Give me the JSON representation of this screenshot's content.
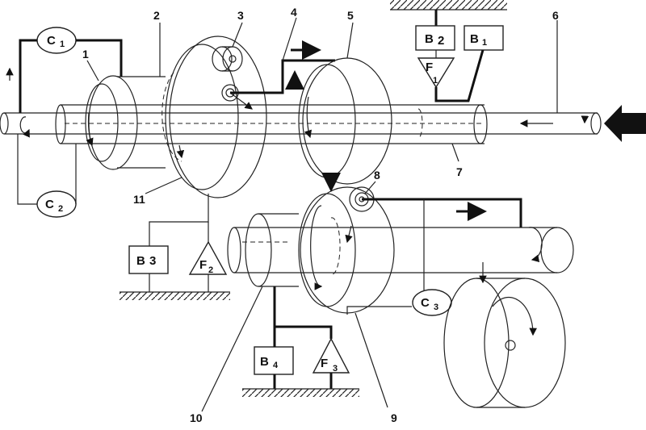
{
  "part_numbers": {
    "n1": "1",
    "n2": "2",
    "n3": "3",
    "n4": "4",
    "n5": "5",
    "n6": "6",
    "n7": "7",
    "n8": "8",
    "n9": "9",
    "n10": "10",
    "n11": "11"
  },
  "clutches": {
    "c1": {
      "main": "C",
      "sub": "1"
    },
    "c2": {
      "main": "C",
      "sub": "2"
    },
    "c3": {
      "main": "C",
      "sub": "3"
    }
  },
  "brakes": {
    "b1": {
      "main": "B",
      "sub": "1"
    },
    "b2": {
      "main": "B",
      "sub": "2"
    },
    "b3": {
      "main": "B",
      "sub": "3"
    },
    "b4": {
      "main": "B",
      "sub": "4"
    }
  },
  "freewheels": {
    "f1": {
      "main": "F",
      "sub": "1"
    },
    "f2": {
      "main": "F",
      "sub": "2"
    },
    "f3": {
      "main": "F",
      "sub": "3"
    }
  },
  "colors": {
    "line": "#111111",
    "background": "#ffffff"
  }
}
